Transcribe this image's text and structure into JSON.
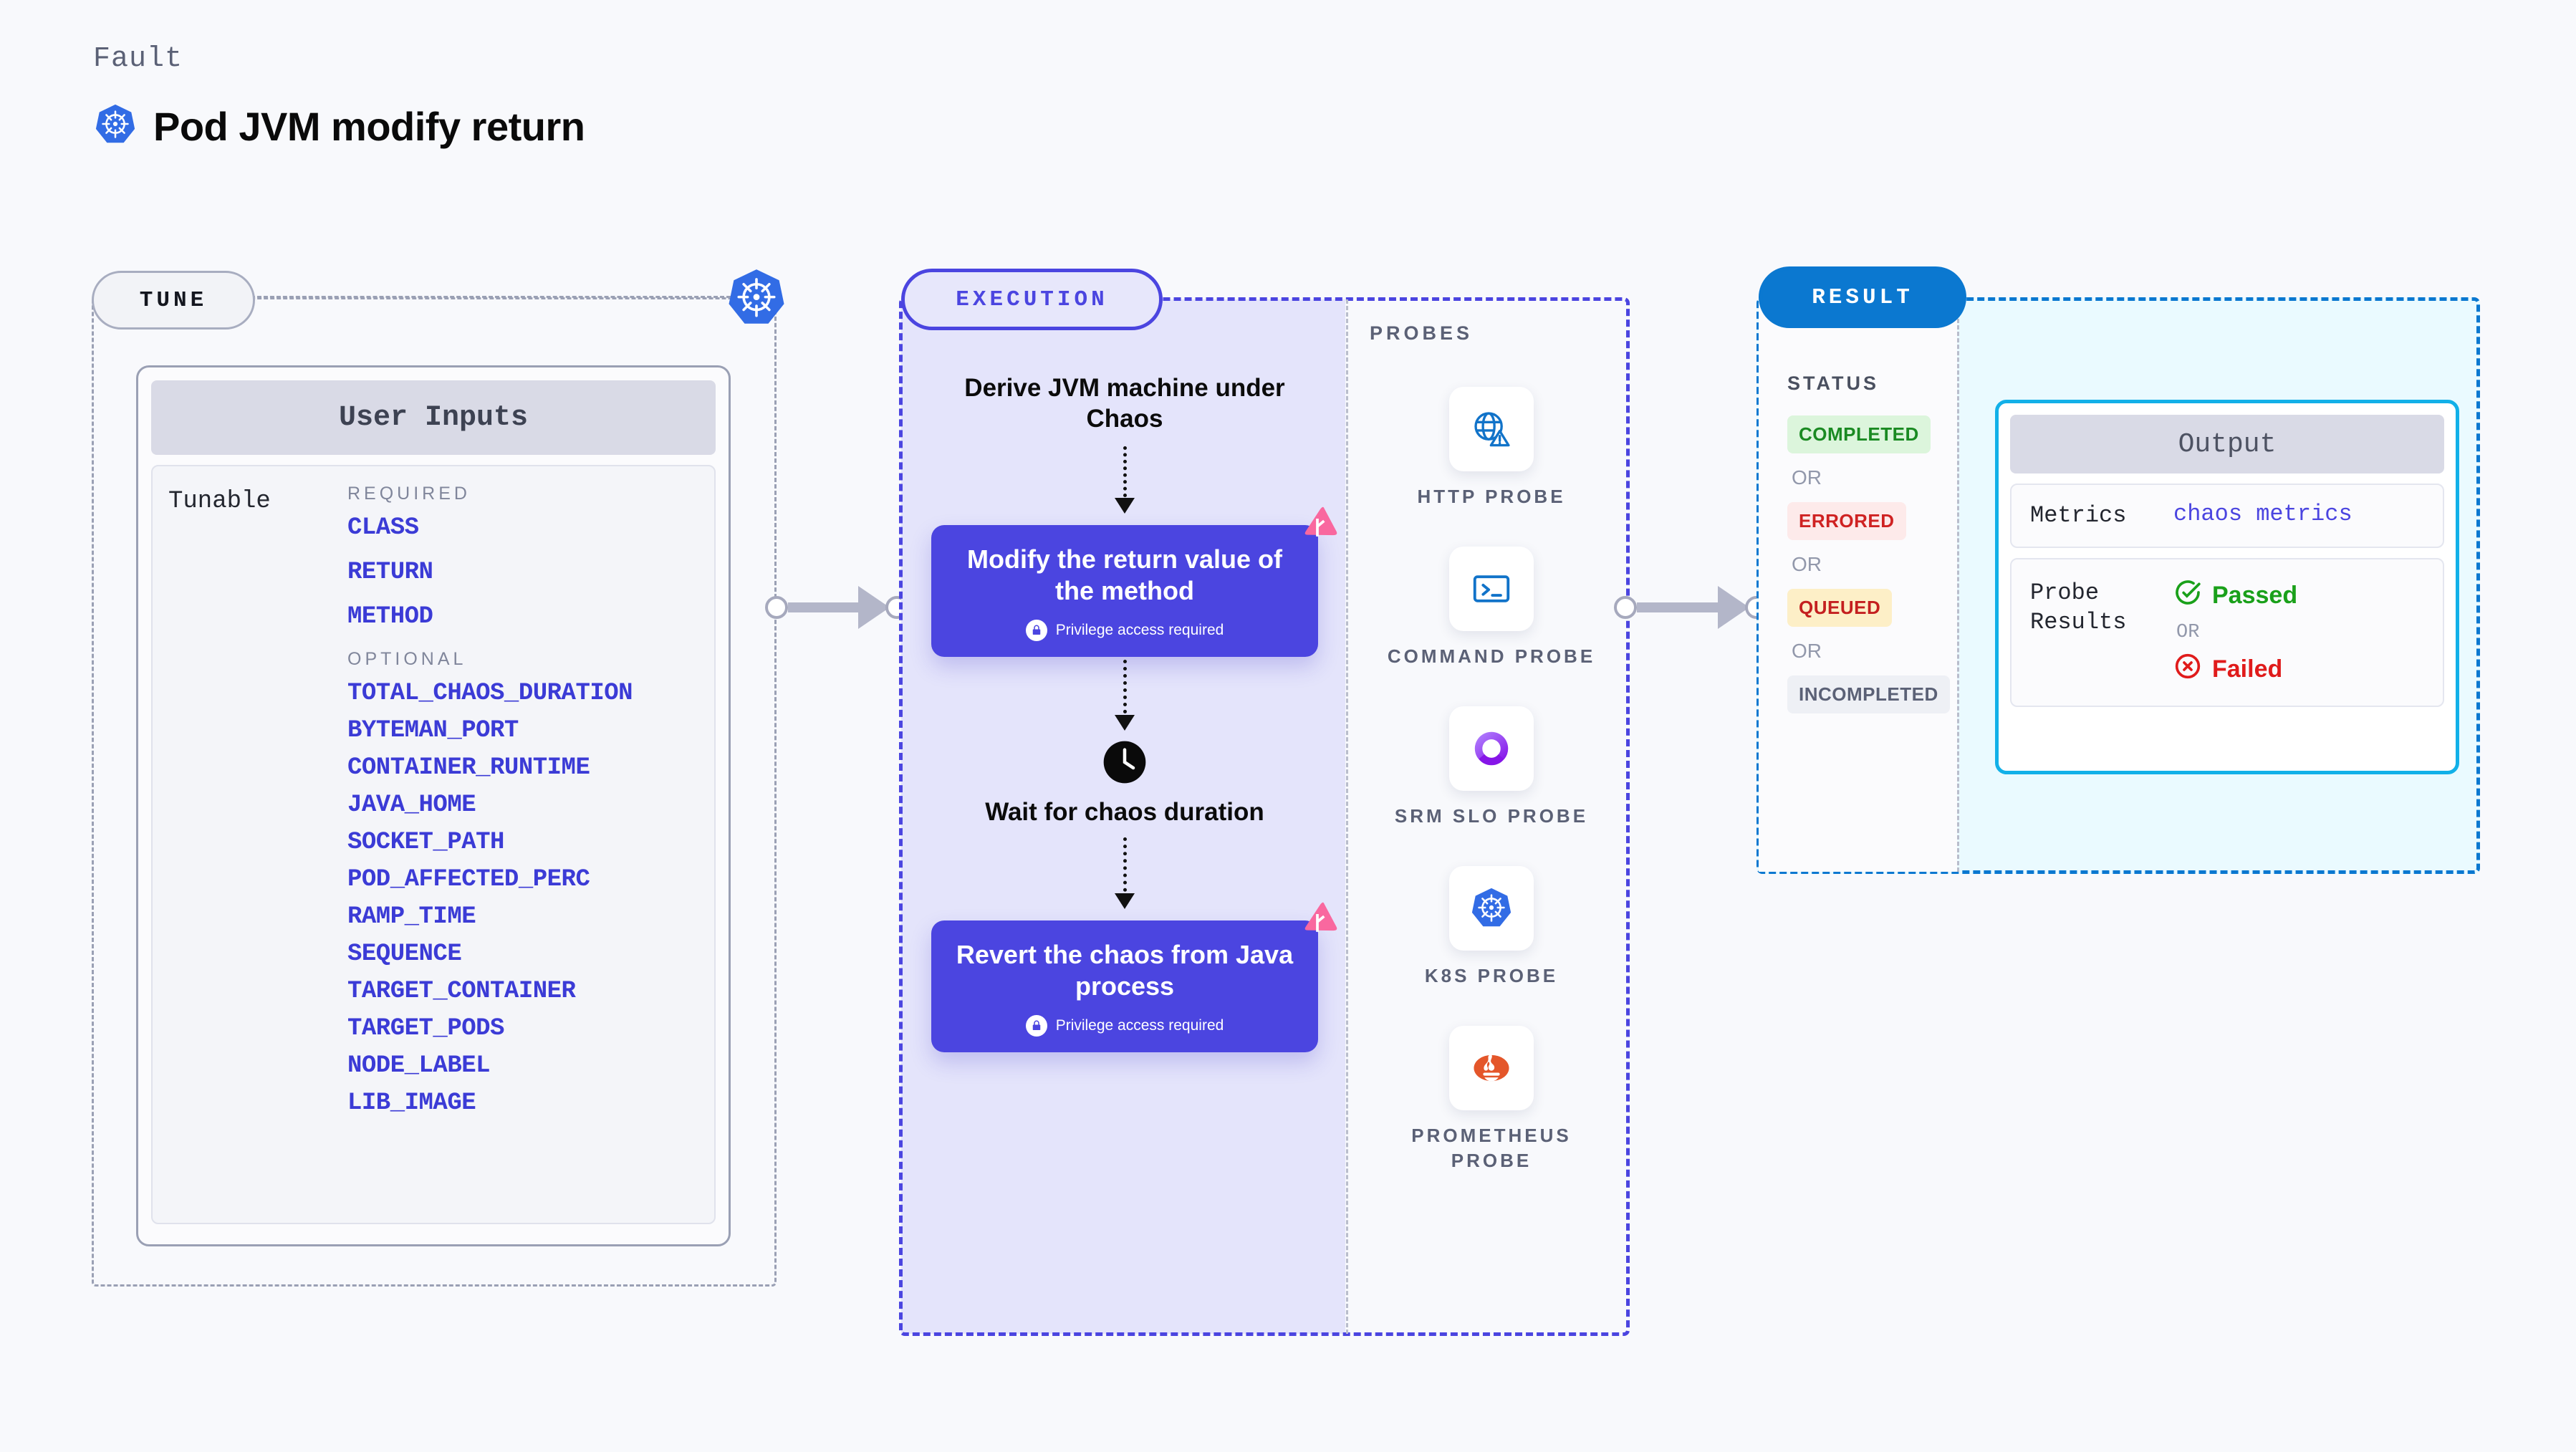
{
  "header": {
    "eyebrow": "Fault",
    "title": "Pod JVM modify return",
    "icon": "kubernetes-icon"
  },
  "tune": {
    "pill_label": "TUNE",
    "node_icon": "kubernetes-icon",
    "card": {
      "header": "User Inputs",
      "row_label": "Tunable",
      "required_title": "REQUIRED",
      "required": [
        "CLASS",
        "RETURN",
        "METHOD"
      ],
      "optional_title": "OPTIONAL",
      "optional": [
        "TOTAL_CHAOS_DURATION",
        "BYTEMAN_PORT",
        "CONTAINER_RUNTIME",
        "JAVA_HOME",
        "SOCKET_PATH",
        "POD_AFFECTED_PERC",
        "RAMP_TIME",
        "SEQUENCE",
        "TARGET_CONTAINER",
        "TARGET_PODS",
        "NODE_LABEL",
        "LIB_IMAGE"
      ]
    }
  },
  "execution": {
    "pill_label": "EXECUTION",
    "step1_title": "Derive JVM machine under Chaos",
    "step2_title": "Modify the return value of the method",
    "step2_note": "Privilege access required",
    "step3_title": "Wait for chaos duration",
    "step3_icon": "clock-icon",
    "step4_title": "Revert the chaos from Java process",
    "step4_note": "Privilege access required",
    "badge_icon": "litmus-chaos-icon",
    "lock_icon": "lock-icon"
  },
  "probes": {
    "title": "PROBES",
    "items": [
      {
        "label": "HTTP PROBE",
        "icon": "globe-warning-icon"
      },
      {
        "label": "COMMAND PROBE",
        "icon": "terminal-icon"
      },
      {
        "label": "SRM SLO PROBE",
        "icon": "srm-slo-icon"
      },
      {
        "label": "K8S PROBE",
        "icon": "kubernetes-icon"
      },
      {
        "label": "PROMETHEUS PROBE",
        "icon": "prometheus-icon"
      }
    ]
  },
  "result": {
    "pill_label": "RESULT",
    "status_title": "STATUS",
    "or_label": "OR",
    "statuses": [
      {
        "label": "COMPLETED",
        "bg": "#dcf5dc",
        "fg": "#1a8a22"
      },
      {
        "label": "ERRORED",
        "bg": "#fdeaea",
        "fg": "#cf2222"
      },
      {
        "label": "QUEUED",
        "bg": "#fdefc7",
        "fg": "#c41f1f"
      },
      {
        "label": "INCOMPLETED",
        "bg": "#eef0f5",
        "fg": "#5b6176"
      }
    ],
    "output": {
      "header": "Output",
      "metrics_key": "Metrics",
      "metrics_value": "chaos metrics",
      "probe_results_key": "Probe Results",
      "passed_label": "Passed",
      "failed_label": "Failed",
      "or_label": "OR",
      "passed_icon": "check-circle-icon",
      "failed_icon": "x-circle-icon"
    }
  },
  "colors": {
    "background": "#f8f9fc",
    "tune_border": "#9aa0b4",
    "execution_accent": "#4b45e0",
    "execution_fill": "#e4e4fb",
    "result_accent": "#0b78d0",
    "result_fill": "#eafaff",
    "output_border": "#12b0e8",
    "param_text": "#3b3bd6",
    "litmus_pink": "#f9689f",
    "passed_green": "#1aa01a",
    "failed_red": "#e01b1b"
  }
}
